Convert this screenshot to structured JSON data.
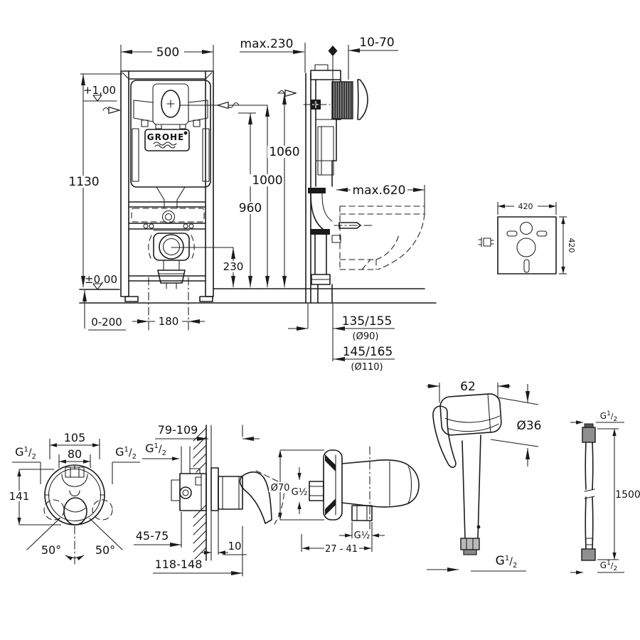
{
  "drawing": {
    "brand": "GROHE",
    "frame_front": {
      "width": "500",
      "height": "1130",
      "level_top": "+1,00",
      "level_floor": "±0,00",
      "feet_range": "0-200",
      "bolt_spacing": "180",
      "outlet_height": "230",
      "h1060": "1060",
      "h1000": "1000",
      "h960": "960"
    },
    "frame_side": {
      "depth_max": "max.230",
      "wall_range": "10-70",
      "bowl_max": "max.620",
      "offset1": "135/155",
      "offset1_dia": "(Ø90)",
      "offset2": "145/165",
      "offset2_dia": "(Ø110)"
    },
    "sound_pad": {
      "width": "420",
      "height": "420"
    },
    "mixer_front": {
      "w105": "105",
      "w80": "80",
      "h141": "141",
      "angle_left": "50°",
      "angle_right": "50°"
    },
    "mixer_section": {
      "depth": "79-109",
      "body_depth": "45-75",
      "plate": "10",
      "reach": "118-148"
    },
    "wall_union": {
      "dia": "Ø70",
      "offset": "27 - 41",
      "thread": "G½"
    },
    "hand_shower": {
      "width": "62",
      "face_dia": "Ø36"
    },
    "hose": {
      "length": "1500"
    },
    "thread": {
      "base": "G",
      "num": "1",
      "slash": "/",
      "den": "2"
    }
  }
}
